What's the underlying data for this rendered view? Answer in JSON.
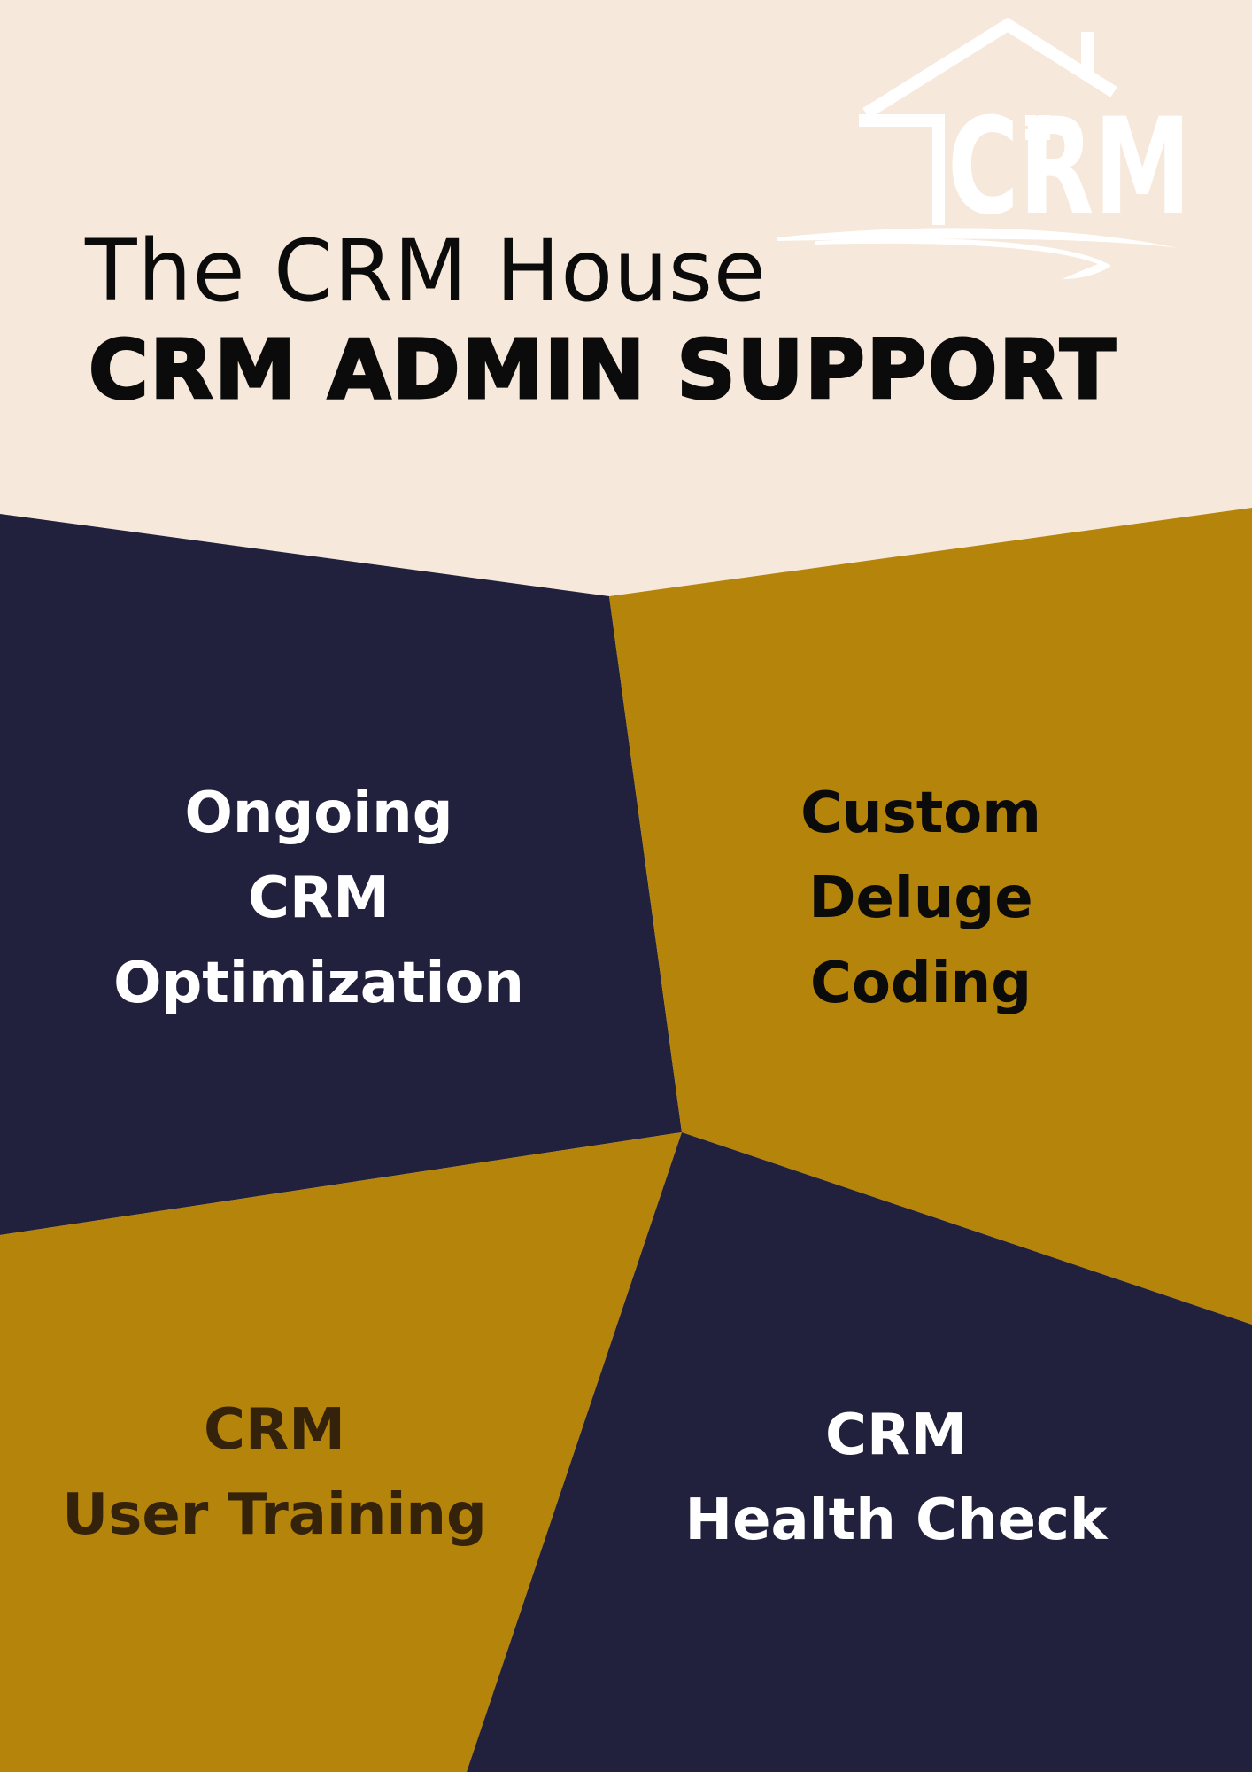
{
  "header": {
    "title": "The CRM House",
    "subtitle": "CRM ADMIN SUPPORT"
  },
  "logo": {
    "icon": "house-roof-icon",
    "text": "CRM",
    "color": "#ffffff"
  },
  "panels": [
    {
      "id": "optimization",
      "lines": [
        "Ongoing",
        "CRM",
        "Optimization"
      ],
      "background": "#22213d",
      "text_color": "#ffffff"
    },
    {
      "id": "deluge",
      "lines": [
        "Custom",
        "Deluge",
        "Coding"
      ],
      "background": "#b5840a",
      "text_color": "#0b0b0b"
    },
    {
      "id": "training",
      "lines": [
        "CRM",
        "User Training"
      ],
      "background": "#b5840a",
      "text_color": "#34220a"
    },
    {
      "id": "health",
      "lines": [
        "CRM",
        "Health Check"
      ],
      "background": "#22213d",
      "text_color": "#ffffff"
    }
  ],
  "colors": {
    "page_background": "#f6e8da",
    "navy": "#22213d",
    "gold": "#b5840a"
  }
}
